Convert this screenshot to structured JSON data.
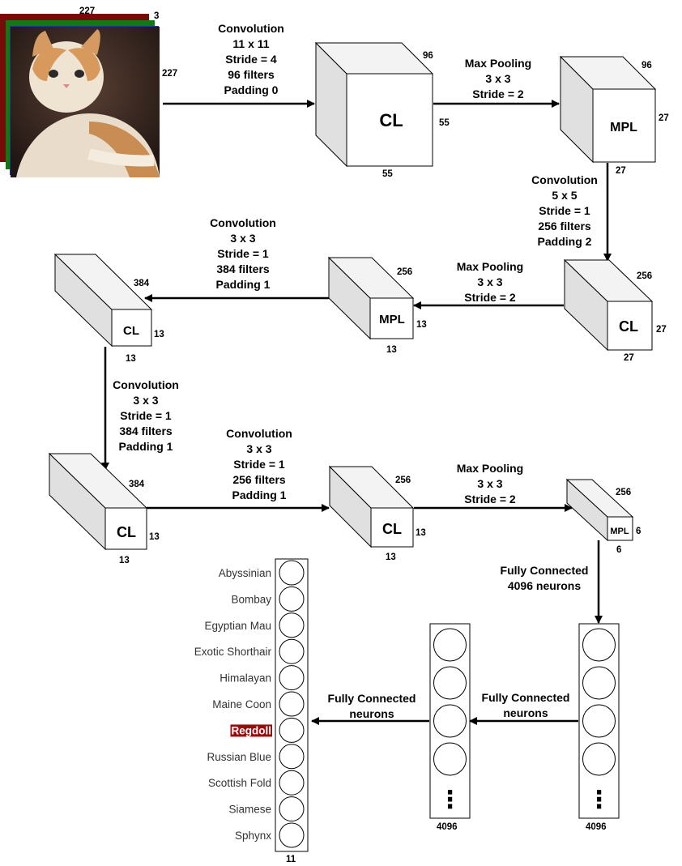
{
  "input": {
    "width": "227",
    "height": "227",
    "channels": "3",
    "image_subject": "ragdoll cat photo",
    "layer_colors": [
      "#7a0a0a",
      "#0f7a12",
      "#1d3d8c"
    ]
  },
  "stage1": {
    "arrow_label": [
      "Convolution",
      "11 x 11",
      "Stride = 4",
      "96 filters",
      "Padding 0"
    ],
    "block_label": "CL",
    "depth": "96",
    "height": "55",
    "width": "55"
  },
  "stage2": {
    "arrow_label": [
      "Max Pooling",
      "3 x 3",
      "Stride = 2"
    ],
    "block_label": "MPL",
    "depth": "96",
    "height": "27",
    "width": "27"
  },
  "stage3": {
    "arrow_label": [
      "Convolution",
      "5 x 5",
      "Stride = 1",
      "256 filters",
      "Padding 2"
    ],
    "block_label": "CL",
    "depth": "256",
    "height": "27",
    "width": "27"
  },
  "stage4": {
    "arrow_label": [
      "Max Pooling",
      "3 x 3",
      "Stride = 2"
    ],
    "block_label": "MPL",
    "depth": "256",
    "height": "13",
    "width": "13"
  },
  "stage5": {
    "arrow_label": [
      "Convolution",
      "3 x 3",
      "Stride = 1",
      "384 filters",
      "Padding 1"
    ],
    "block_label": "CL",
    "depth": "384",
    "height": "13",
    "width": "13"
  },
  "stage6": {
    "arrow_label": [
      "Convolution",
      "3 x 3",
      "Stride = 1",
      "384 filters",
      "Padding 1"
    ],
    "block_label": "CL",
    "depth": "384",
    "height": "13",
    "width": "13"
  },
  "stage7": {
    "arrow_label": [
      "Convolution",
      "3 x 3",
      "Stride = 1",
      "256 filters",
      "Padding 1"
    ],
    "block_label": "CL",
    "depth": "256",
    "height": "13",
    "width": "13"
  },
  "stage8": {
    "arrow_label": [
      "Max Pooling",
      "3 x 3",
      "Stride = 2"
    ],
    "block_label": "MPL",
    "depth": "256",
    "height": "6",
    "width": "6"
  },
  "fc1": {
    "arrow_label": [
      "Fully Connected",
      "4096 neurons"
    ],
    "size": "4096"
  },
  "fc2": {
    "arrow_label": [
      "Fully Connected",
      "neurons"
    ],
    "size": "4096"
  },
  "fc3": {
    "arrow_label": [
      "Fully Connected",
      "neurons"
    ],
    "size": "11"
  },
  "classes": [
    "Abyssinian",
    "Bombay",
    "Egyptian Mau",
    "Exotic Shorthair",
    "Himalayan",
    "Maine Coon",
    "Regdoll",
    "Russian Blue",
    "Scottish Fold",
    "Siamese",
    "Sphynx"
  ],
  "highlighted_class": "Regdoll",
  "highlight_color": "#9b0a0a",
  "ellipsis": "⋮"
}
